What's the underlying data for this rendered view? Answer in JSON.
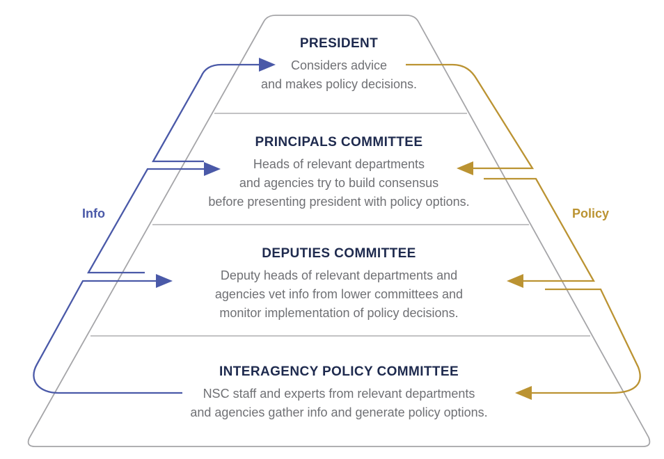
{
  "tiers": [
    {
      "title": "PRESIDENT",
      "lines": [
        "Considers advice",
        "and makes policy decisions."
      ]
    },
    {
      "title": "PRINCIPALS COMMITTEE",
      "lines": [
        "Heads of relevant departments",
        "and agencies try to build consensus",
        "before presenting president with policy options."
      ]
    },
    {
      "title": "DEPUTIES COMMITTEE",
      "lines": [
        "Deputy heads of relevant departments and",
        "agencies vet info from lower committees and",
        "monitor implementation of policy decisions."
      ]
    },
    {
      "title": "INTERAGENCY POLICY COMMITTEE",
      "lines": [
        "NSC staff and experts from relevant departments",
        "and agencies gather info and generate policy options."
      ]
    }
  ],
  "flow_labels": {
    "info": "Info",
    "policy": "Policy"
  },
  "colors": {
    "info_blue": "#4a59a8",
    "policy_gold": "#bb9332",
    "title_navy": "#1e2a4e",
    "body_gray": "#6f7074",
    "outline_gray": "#a5a5a8",
    "separator_gray": "#aeaeb1"
  }
}
